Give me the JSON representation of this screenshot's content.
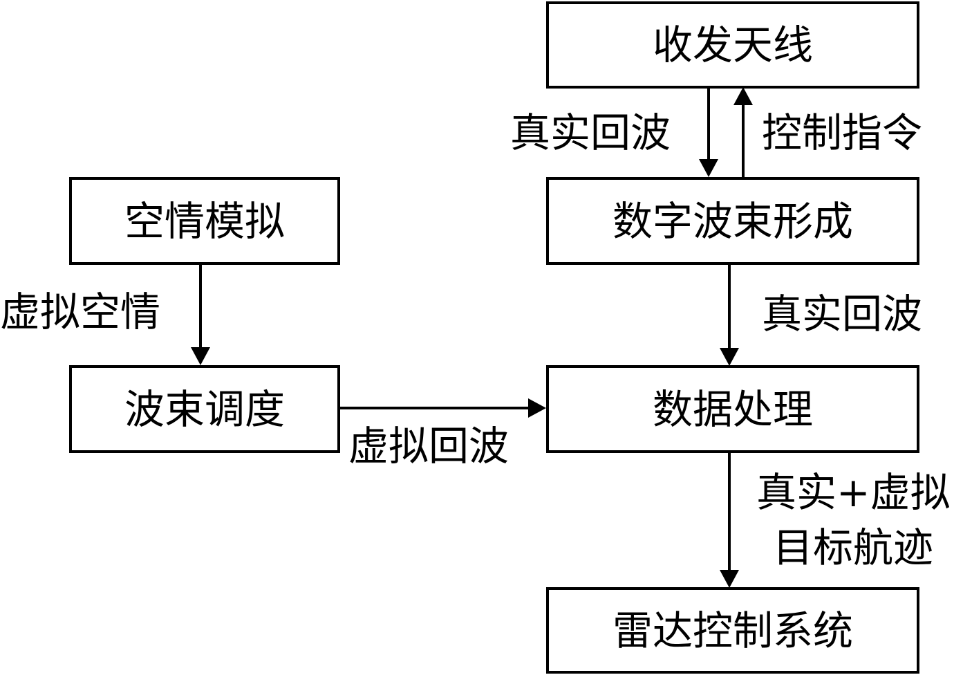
{
  "boxes": {
    "antenna": "收发天线",
    "dbf": "数字波束形成",
    "air_sim": "空情模拟",
    "beam_sched": "波束调度",
    "data_proc": "数据处理",
    "radar_ctrl": "雷达控制系统"
  },
  "labels": {
    "real_echo_top": "真实回波",
    "control_cmd": "控制指令",
    "virtual_air": "虚拟空情",
    "real_echo_mid": "真实回波",
    "virtual_echo": "虚拟回波",
    "tracks_line1": "真实+虚拟",
    "tracks_line2": "目标航迹"
  }
}
